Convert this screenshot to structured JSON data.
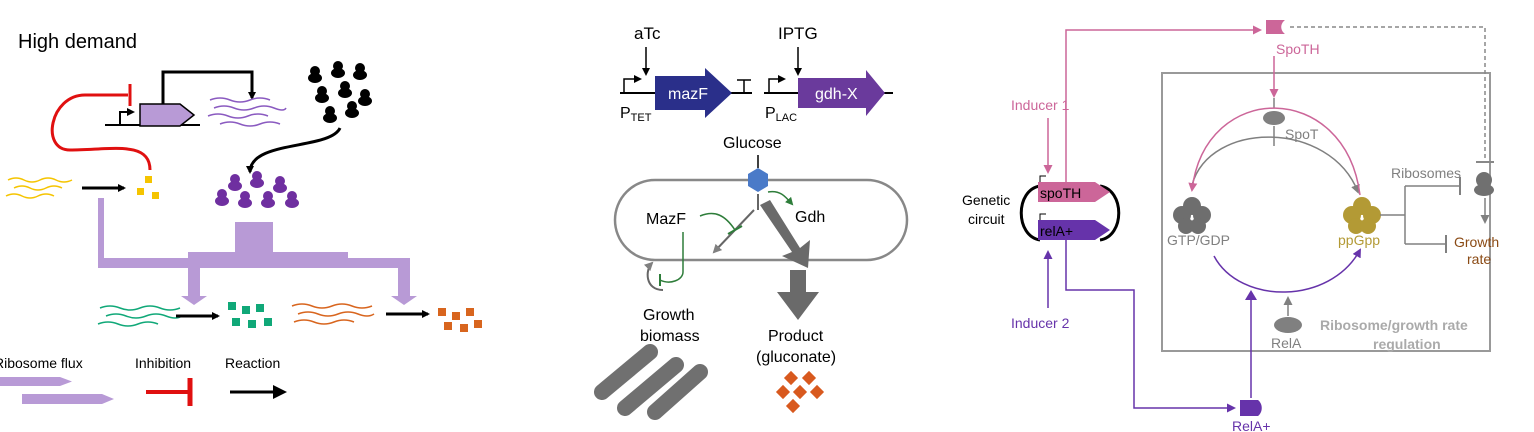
{
  "panel_a": {
    "title": "High demand",
    "legend": {
      "flux": "Ribosome flux",
      "inhibition": "Inhibition",
      "reaction": "Reaction"
    },
    "colors": {
      "flux": "#b89ad6",
      "inhibition": "#e01010",
      "mrna_yellow": "#f5c400",
      "green": "#10a878",
      "orange": "#d8651e"
    }
  },
  "panel_b": {
    "inducer_tet": "aTc",
    "inducer_lac": "IPTG",
    "gene_mazf": "mazF",
    "gene_gdh": "gdh-X",
    "promoter_tet": "P",
    "promoter_tet_sub": "TET",
    "promoter_lac": "P",
    "promoter_lac_sub": "LAC",
    "glucose": "Glucose",
    "mazf_protein": "MazF",
    "gdh_protein": "Gdh",
    "growth_line1": "Growth",
    "growth_line2": "biomass",
    "product_line1": "Product",
    "product_line2": "(gluconate)",
    "colors": {
      "mazf": "#2a2f8a",
      "gdh": "#6a3a9c",
      "glucose": "#4a7ac8",
      "inhibit": "#2e7d3a",
      "product": "#d8591e"
    }
  },
  "panel_c": {
    "spoth_top": "SpoTH",
    "inducer1": "Inducer 1",
    "inducer2": "Inducer 2",
    "genetic_line1": "Genetic",
    "genetic_line2": "circuit",
    "gene_spoth": "spoTH",
    "gene_rela": "relA+",
    "spot": "SpoT",
    "ribosomes": "Ribosomes",
    "gtp": "GTP/GDP",
    "ppgpp": "ppGpp",
    "growth_line1": "Growth",
    "growth_line2": "rate",
    "rela": "RelA",
    "box_line1": "Ribosome/growth rate",
    "box_line2": "regulation",
    "rela_plus": "RelA+",
    "colors": {
      "pink": "#cc6699",
      "purple": "#6633aa",
      "gray": "#808080",
      "olive": "#b39a35"
    }
  }
}
